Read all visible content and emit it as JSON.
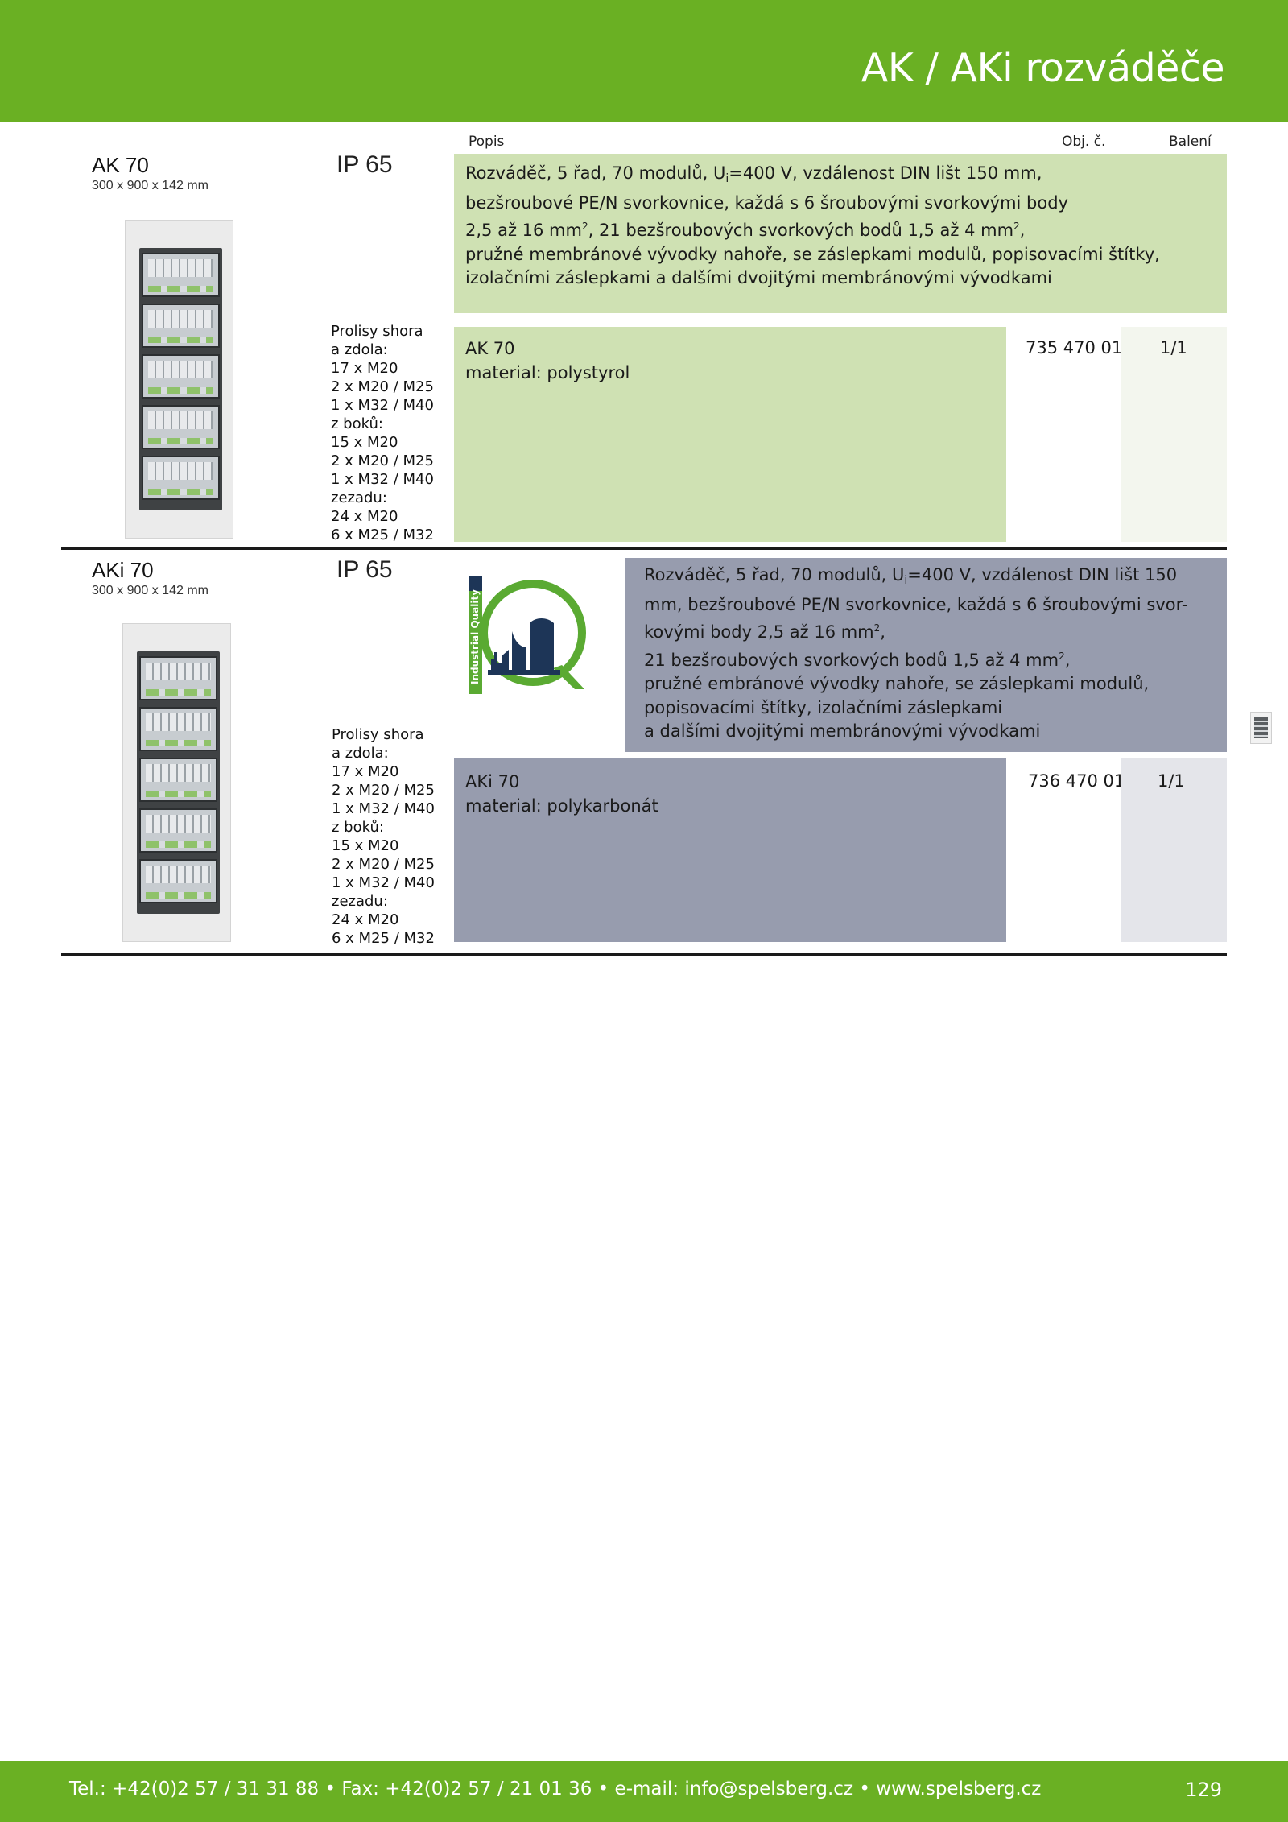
{
  "header": {
    "title": "AK / AKi rozváděče"
  },
  "columns": {
    "popis": "Popis",
    "obj": "Obj. č.",
    "baleni": "Balení"
  },
  "products": [
    {
      "name": "AK 70",
      "dims": "300 x 900 x 142 mm",
      "ip": "IP 65",
      "knockouts": [
        "Prolisy shora",
        "a zdola:",
        "17 x M20",
        "2 x M20 / M25",
        "1 x M32 / M40",
        "z boků:",
        "15 x M20",
        "2 x M20 / M25",
        "1 x M32 / M40",
        "zezadu:",
        "24 x M20",
        "6 x M25 / M32"
      ],
      "description": [
        "Rozváděč, 5 řad, 70 modulů, U",
        "i",
        "=400 V, vzdálenost DIN lišt 150 mm,",
        "bezšroubové PE/N svorkovnice, každá s 6 šroubovými svorkovými body",
        "2,5 až 16 mm",
        "2",
        ", 21 bezšroubových svorkových bodů 1,5 až 4 mm",
        "2",
        ",",
        "pružné membránové vývodky nahoře, se záslepkami modulů, popisovacími štítky,",
        "izolačními záslepkami a dalšími dvojitými membránovými vývodkami"
      ],
      "variant": {
        "name": "AK 70",
        "material": "material: polystyrol",
        "order_no": "735 470 01",
        "pack": "1/1"
      },
      "colors": {
        "desc_bg": "#cfe1b3",
        "variant_bg": "#cfe1b3",
        "pack_bg": "#f3f6ee"
      }
    },
    {
      "name": "AKi 70",
      "dims": "300 x 900 x 142 mm",
      "ip": "IP 65",
      "knockouts": [
        "Prolisy shora",
        "a zdola:",
        "17 x M20",
        "2 x M20 / M25",
        "1 x M32 / M40",
        "z boků:",
        "15 x M20",
        "2 x M20 / M25",
        "1 x M32 / M40",
        "zezadu:",
        "24 x M20",
        "6 x M25 / M32"
      ],
      "description": [
        "Rozváděč, 5 řad, 70 modulů, U",
        "i",
        "=400 V, vzdálenost DIN lišt 150",
        "mm, bezšroubové PE/N svorkovnice, každá s 6 šroubovými svor-",
        "kovými body 2,5 až 16 mm",
        "2",
        ",",
        "21 bezšroubových svorkových bodů 1,5 až 4 mm",
        "2",
        ",",
        "pružné embránové vývodky nahoře, se záslepkami modulů,",
        "popisovacími štítky, izolačními záslepkami",
        "a dalšími dvojitými membránovými vývodkami"
      ],
      "badge_text": "Industrial Quality",
      "variant": {
        "name": "AKi 70",
        "material": "material: polykarbonát",
        "order_no": "736 470 01",
        "pack": "1/1"
      },
      "colors": {
        "desc_bg": "#979cae",
        "variant_bg": "#979cae",
        "pack_bg": "#e4e5ea"
      }
    }
  ],
  "brand_colors": {
    "green": "#6ab023",
    "navy": "#1d3557",
    "logo_green": "#5aaa32"
  },
  "footer": {
    "contact": "Tel.: +42(0)2 57 / 31 31 88 • Fax: +42(0)2 57 / 21 01 36 • e-mail: info@spelsberg.cz • www.spelsberg.cz",
    "page": "129"
  }
}
